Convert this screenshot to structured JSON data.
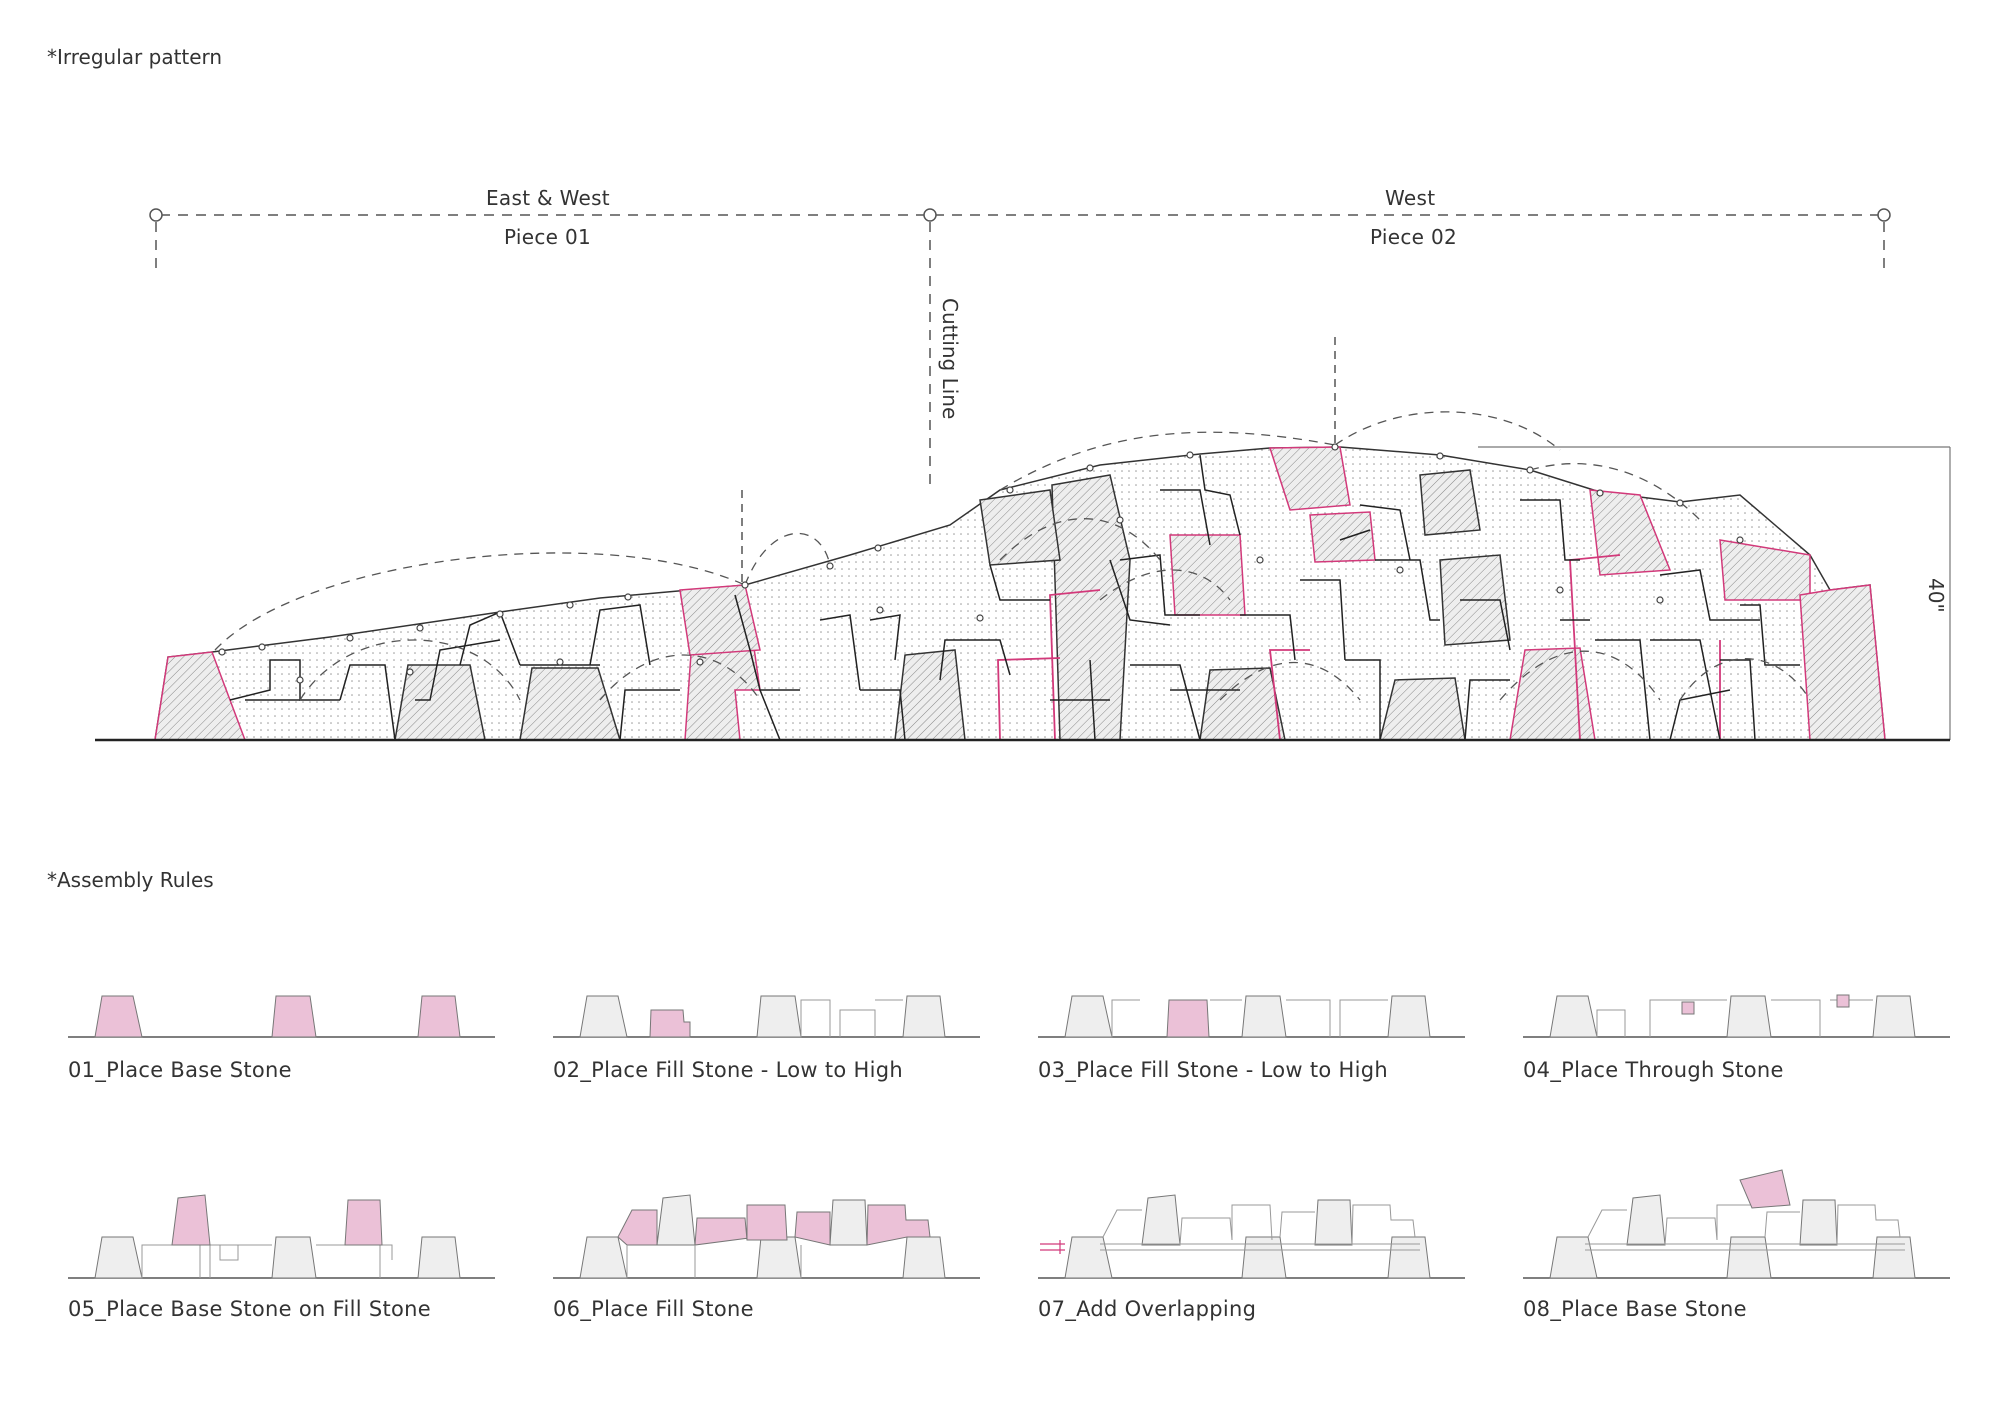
{
  "headings": {
    "pattern": "*Irregular pattern",
    "rules": "*Assembly Rules"
  },
  "elevation": {
    "left_top_label": "East & West",
    "left_bottom_label": "Piece 01",
    "right_top_label": "West",
    "right_bottom_label": "Piece 02",
    "cutting_label": "Cutting Line",
    "height_dim": "40\""
  },
  "colors": {
    "highlight": "#d2397a",
    "fill_highlight": "#ebc1d7",
    "stone_grey": "#eeeeee",
    "line": "#333333"
  },
  "steps": [
    {
      "caption": "01_Place Base Stone"
    },
    {
      "caption": "02_Place Fill Stone - Low to High"
    },
    {
      "caption": "03_Place Fill Stone - Low to High"
    },
    {
      "caption": "04_Place Through Stone"
    },
    {
      "caption": "05_Place Base Stone on Fill Stone"
    },
    {
      "caption": "06_Place Fill Stone"
    },
    {
      "caption": "07_Add Overlapping"
    },
    {
      "caption": "08_Place Base Stone"
    }
  ]
}
